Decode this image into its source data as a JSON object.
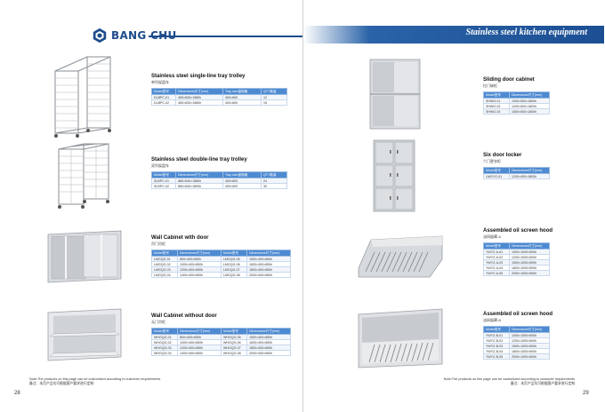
{
  "brand": {
    "name": "BANG CHU"
  },
  "banner": {
    "title": "Stainless steel kitchen equipment"
  },
  "colors": {
    "brand_blue": "#1e4c8c",
    "table_header": "#4d8ad1"
  },
  "left": {
    "page_number": "28",
    "note_en": "Note:The products on this page can be customized according to customer requirements",
    "note_cn": "备注：本页产品均可根据客户要求进行定制",
    "products": [
      {
        "title": "Stainless steel single-line tray trolley",
        "subtitle": "单列架盘车",
        "headers": [
          "Model型号",
          "Dimensions尺寸(mm)",
          "Tray size盘规格",
          "QTY数量"
        ],
        "rows": [
          [
            "DLBPC-01",
            "450×600×1580h",
            "400×600",
            "12"
          ],
          [
            "DLBPC-02",
            "450×630×1580h",
            "400×600",
            "15"
          ]
        ]
      },
      {
        "title": "Stainless steel double-line tray trolley",
        "subtitle": "双列架盘车",
        "headers": [
          "Model型号",
          "Dimensions尺寸(mm)",
          "Tray size盘规格",
          "QTY数量"
        ],
        "rows": [
          [
            "SLBPC-01",
            "880×630×1580h",
            "400×600",
            "24"
          ],
          [
            "SLBPC-02",
            "880×630×1800h",
            "400×600",
            "30"
          ]
        ]
      },
      {
        "title": "Wall Cabinet with door",
        "subtitle": "吊门吊柜",
        "headers": [
          "Model型号",
          "Dimensions尺寸(mm)",
          "Model型号",
          "Dimensions尺寸(mm)"
        ],
        "rows": [
          [
            "LMGQG-01",
            "800×400×650h",
            "LMGQG-05",
            "1500×400×650h"
          ],
          [
            "LMGQG-02",
            "1000×400×650h",
            "LMGQG-06",
            "1600×400×650h"
          ],
          [
            "LMGQG-03",
            "1200×400×650h",
            "LMGQG-07",
            "1800×400×650h"
          ],
          [
            "LMGQG-04",
            "1400×400×650h",
            "LMGQG-08",
            "2000×400×650h"
          ]
        ]
      },
      {
        "title": "Wall Cabinet without door",
        "subtitle": "无门吊柜",
        "headers": [
          "Model型号",
          "Dimensions尺寸(mm)",
          "Model型号",
          "Dimensions尺寸(mm)"
        ],
        "rows": [
          [
            "WHGQG-01",
            "800×400×650h",
            "WHGQG-05",
            "1500×400×650h"
          ],
          [
            "WHGQG-02",
            "1000×400×650h",
            "WHGQG-06",
            "1600×400×650h"
          ],
          [
            "WHGQG-03",
            "1200×400×650h",
            "WHGQG-07",
            "1800×400×650h"
          ],
          [
            "WHGQG-04",
            "1400×400×650h",
            "WHGQG-08",
            "2000×400×650h"
          ]
        ]
      }
    ]
  },
  "right": {
    "page_number": "29",
    "note_en": "Note:The products on this page can be customized according to customer requirements",
    "note_cn": "备注：本页产品均可根据客户要求进行定制",
    "products": [
      {
        "title": "Sliding door cabinet",
        "subtitle": "拉门碗柜",
        "headers": [
          "Model型号",
          "Dimensions尺寸(mm)"
        ],
        "rows": [
          [
            "SHWG-01",
            "1000×500×1800h"
          ],
          [
            "SHWG-02",
            "1200×500×1800h"
          ],
          [
            "SHWG-03",
            "1500×500×1800h"
          ]
        ]
      },
      {
        "title": "Six door locker",
        "subtitle": "六门更衣柜",
        "headers": [
          "Model型号",
          "Dimensions尺寸(mm)"
        ],
        "rows": [
          [
            "LMGYG-01",
            "1200×400×1800h"
          ]
        ]
      },
      {
        "title": "Assembled oil screen hood",
        "subtitle": "油网烟罩-A",
        "headers": [
          "Model型号",
          "Dimensions尺寸(mm)"
        ],
        "rows": [
          [
            "YWYZ-A-01",
            "1000×1000×500h"
          ],
          [
            "YWYZ-A-02",
            "1200×1000×500h"
          ],
          [
            "YWYZ-A-03",
            "1500×1000×500h"
          ],
          [
            "YWYZ-A-04",
            "1800×1000×500h"
          ],
          [
            "YWYZ-A-05",
            "2000×1000×500h"
          ]
        ]
      },
      {
        "title": "Assembled oil screen hood",
        "subtitle": "油网烟罩-B",
        "headers": [
          "Model型号",
          "Dimensions尺寸(mm)"
        ],
        "rows": [
          [
            "YWYZ-B-01",
            "1000×1000×500h"
          ],
          [
            "YWYZ-B-02",
            "1200×1000×500h"
          ],
          [
            "YWYZ-B-03",
            "1500×1000×500h"
          ],
          [
            "YWYZ-B-04",
            "1800×1000×500h"
          ],
          [
            "YWYZ-B-05",
            "2000×1000×500h"
          ]
        ]
      }
    ]
  }
}
